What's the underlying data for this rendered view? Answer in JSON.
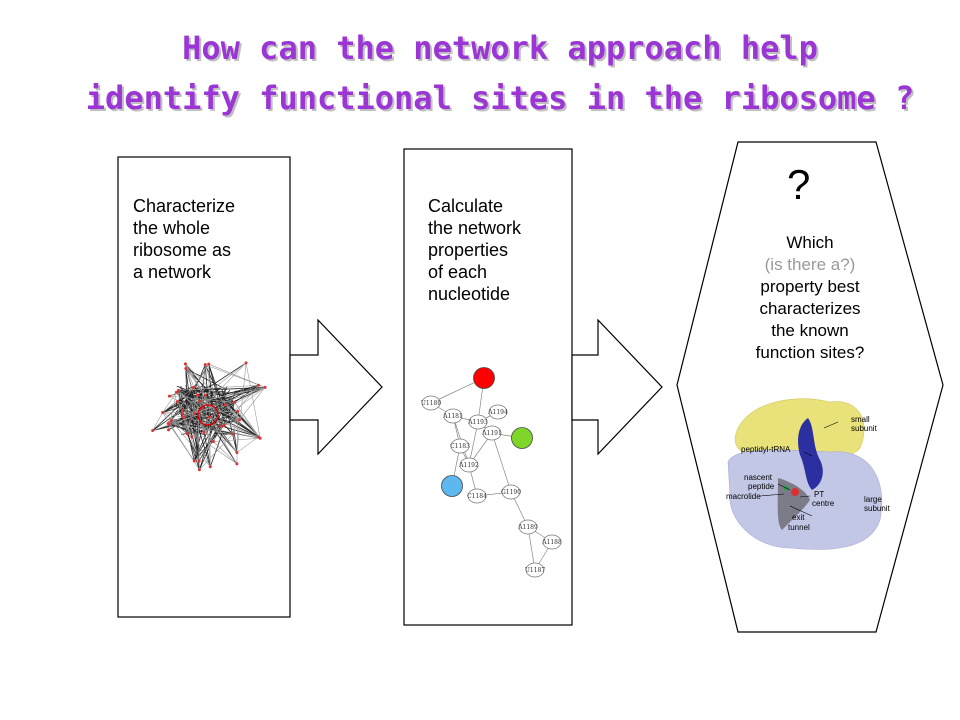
{
  "title": {
    "line1": "How can the network approach help",
    "line2": "identify functional sites in the ribosome ?"
  },
  "step1": {
    "lines": [
      "Characterize",
      "the whole",
      "ribosome as",
      "a network"
    ]
  },
  "step2": {
    "lines": [
      "Calculate",
      "the network",
      "properties",
      "of each",
      "nucleotide"
    ],
    "node_labels": [
      "U1180",
      "A1181",
      "A1193",
      "A1194",
      "C1183",
      "A1191",
      "A1192",
      "C1184",
      "G1190",
      "A1189",
      "A1188",
      "U1187"
    ],
    "highlight_colors": [
      "#ff0000",
      "#7fd62a",
      "#5db8f0"
    ]
  },
  "step3": {
    "question_mark": "?",
    "lines": [
      "Which",
      "(is there a?)",
      "property best",
      "characterizes",
      "the known",
      "function sites?"
    ],
    "figure_labels": {
      "small_subunit": [
        "small",
        "subunit"
      ],
      "peptidyl_trna": "peptidyl-tRNA",
      "nascent_peptide": [
        "nascent",
        "peptide"
      ],
      "macrolide": "macrolide",
      "pt_centre": [
        "PT",
        "centre"
      ],
      "exit_tunnel": [
        "exit",
        "tunnel"
      ],
      "large_subunit": [
        "large",
        "subunit"
      ]
    }
  },
  "colors": {
    "title": "#9b35d6",
    "muted_text": "#9a9a9a",
    "small_subunit": "#e9e27a",
    "large_subunit": "#c3c7e6",
    "trna": "#2b2fa0"
  }
}
